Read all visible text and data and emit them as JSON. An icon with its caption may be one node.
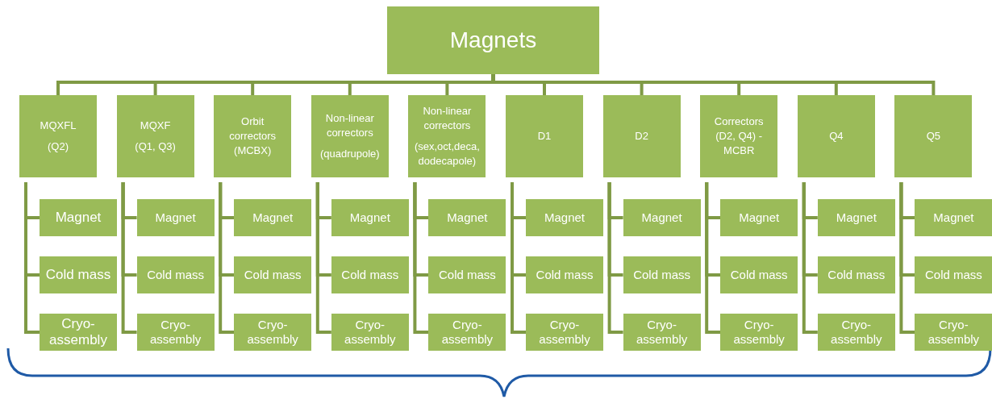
{
  "diagram": {
    "nodes": [
      {
        "text": [
          "Magnets"
        ]
      },
      {
        "text": [
          "MQXFL",
          "(Q2)"
        ]
      },
      {
        "text": [
          "Magnet"
        ]
      },
      {
        "text": [
          "Cold mass"
        ]
      },
      {
        "text": [
          "Cryo-assembly"
        ]
      },
      {
        "text": [
          "MQXF",
          "(Q1, Q3)"
        ]
      },
      {
        "text": [
          "Magnet"
        ]
      },
      {
        "text": [
          "Cold mass"
        ]
      },
      {
        "text": [
          "Cryo-assembly"
        ]
      },
      {
        "text": [
          "Orbit correctors (MCBX)"
        ]
      },
      {
        "text": [
          "Magnet"
        ]
      },
      {
        "text": [
          "Cold mass"
        ]
      },
      {
        "text": [
          "Cryo-assembly"
        ]
      },
      {
        "text": [
          "Non-linear correctors",
          "(quadrupole)"
        ]
      },
      {
        "text": [
          "Magnet"
        ]
      },
      {
        "text": [
          "Cold mass"
        ]
      },
      {
        "text": [
          "Cryo-assembly"
        ]
      },
      {
        "text": [
          "Non-linear correctors",
          "(sex,oct,deca, dodecapole)"
        ]
      },
      {
        "text": [
          "Magnet"
        ]
      },
      {
        "text": [
          "Cold mass"
        ]
      },
      {
        "text": [
          "Cryo-assembly"
        ]
      },
      {
        "text": [
          "D1"
        ]
      },
      {
        "text": [
          "Magnet"
        ]
      },
      {
        "text": [
          "Cold mass"
        ]
      },
      {
        "text": [
          "Cryo-assembly"
        ]
      },
      {
        "text": [
          "D2"
        ]
      },
      {
        "text": [
          "Magnet"
        ]
      },
      {
        "text": [
          "Cold mass"
        ]
      },
      {
        "text": [
          "Cryo-assembly"
        ]
      },
      {
        "text": [
          "Correctors (D2, Q4) - MCBR"
        ]
      },
      {
        "text": [
          "Magnet"
        ]
      },
      {
        "text": [
          "Cold mass"
        ]
      },
      {
        "text": [
          "Cryo-assembly"
        ]
      },
      {
        "text": [
          "Q4"
        ]
      },
      {
        "text": [
          "Magnet"
        ]
      },
      {
        "text": [
          "Cold mass"
        ]
      },
      {
        "text": [
          "Cryo-assembly"
        ]
      },
      {
        "text": [
          "Q5"
        ]
      },
      {
        "text": [
          "Magnet"
        ]
      },
      {
        "text": [
          "Cold mass"
        ]
      },
      {
        "text": [
          "Cryo-assembly"
        ]
      }
    ],
    "edges": [
      {
        "from": 0,
        "to": 1,
        "arrow": "none"
      },
      {
        "from": 1,
        "to": 2,
        "arrow": "none"
      },
      {
        "from": 1,
        "to": 3,
        "arrow": "none"
      },
      {
        "from": 1,
        "to": 4,
        "arrow": "none"
      },
      {
        "from": 0,
        "to": 5,
        "arrow": "none"
      },
      {
        "from": 5,
        "to": 6,
        "arrow": "none"
      },
      {
        "from": 5,
        "to": 7,
        "arrow": "none"
      },
      {
        "from": 5,
        "to": 8,
        "arrow": "none"
      },
      {
        "from": 0,
        "to": 9,
        "arrow": "none"
      },
      {
        "from": 9,
        "to": 10,
        "arrow": "none"
      },
      {
        "from": 9,
        "to": 11,
        "arrow": "none"
      },
      {
        "from": 9,
        "to": 12,
        "arrow": "none"
      },
      {
        "from": 0,
        "to": 13,
        "arrow": "none"
      },
      {
        "from": 13,
        "to": 14,
        "arrow": "none"
      },
      {
        "from": 13,
        "to": 15,
        "arrow": "none"
      },
      {
        "from": 13,
        "to": 16,
        "arrow": "none"
      },
      {
        "from": 0,
        "to": 17,
        "arrow": "none"
      },
      {
        "from": 17,
        "to": 18,
        "arrow": "none"
      },
      {
        "from": 17,
        "to": 19,
        "arrow": "none"
      },
      {
        "from": 17,
        "to": 20,
        "arrow": "none"
      },
      {
        "from": 0,
        "to": 21,
        "arrow": "none"
      },
      {
        "from": 21,
        "to": 22,
        "arrow": "none"
      },
      {
        "from": 21,
        "to": 23,
        "arrow": "none"
      },
      {
        "from": 21,
        "to": 24,
        "arrow": "none"
      },
      {
        "from": 0,
        "to": 25,
        "arrow": "none"
      },
      {
        "from": 25,
        "to": 26,
        "arrow": "none"
      },
      {
        "from": 25,
        "to": 27,
        "arrow": "none"
      },
      {
        "from": 25,
        "to": 28,
        "arrow": "none"
      },
      {
        "from": 0,
        "to": 29,
        "arrow": "none"
      },
      {
        "from": 29,
        "to": 30,
        "arrow": "none"
      },
      {
        "from": 29,
        "to": 31,
        "arrow": "none"
      },
      {
        "from": 29,
        "to": 32,
        "arrow": "none"
      },
      {
        "from": 0,
        "to": 33,
        "arrow": "none"
      },
      {
        "from": 33,
        "to": 34,
        "arrow": "none"
      },
      {
        "from": 33,
        "to": 35,
        "arrow": "none"
      },
      {
        "from": 33,
        "to": 36,
        "arrow": "none"
      },
      {
        "from": 0,
        "to": 37,
        "arrow": "none"
      },
      {
        "from": 37,
        "to": 38,
        "arrow": "none"
      },
      {
        "from": 37,
        "to": 39,
        "arrow": "none"
      },
      {
        "from": 37,
        "to": 40,
        "arrow": "none"
      }
    ]
  }
}
